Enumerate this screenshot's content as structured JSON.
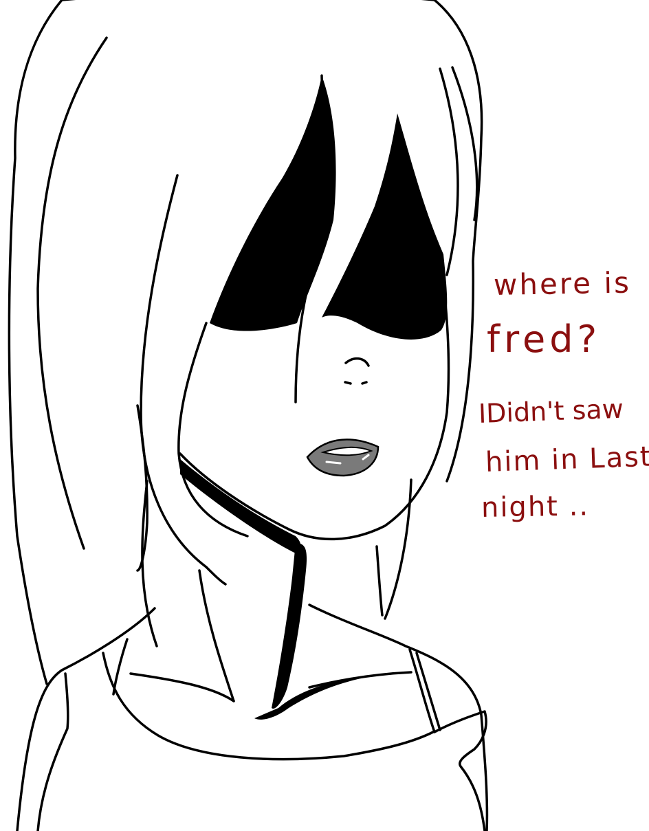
{
  "speech": {
    "color": "#8b0f0f",
    "lines": [
      "where is",
      "fred?",
      "IDidn't saw",
      "him in Last",
      "night .."
    ]
  },
  "illustration": {
    "subject": "girl-portrait-line-art",
    "line_color": "#000000",
    "fill_color": "#000000",
    "lip_color": "#7a7a7a",
    "background": "#ffffff"
  }
}
